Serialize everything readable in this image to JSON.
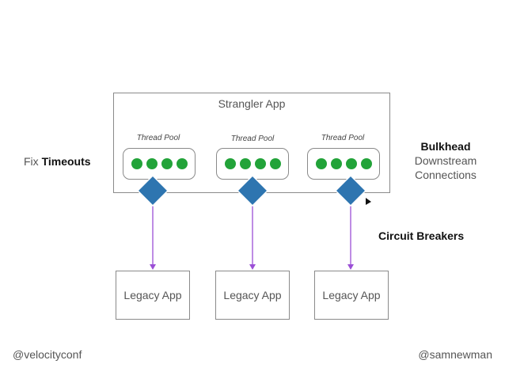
{
  "app": {
    "title": "Strangler App"
  },
  "pools": [
    {
      "label": "Thread Pool",
      "dots": 4
    },
    {
      "label": "Thread Pool",
      "dots": 4
    },
    {
      "label": "Thread Pool",
      "dots": 4
    }
  ],
  "legacy": [
    {
      "label": "Legacy App"
    },
    {
      "label": "Legacy App"
    },
    {
      "label": "Legacy App"
    }
  ],
  "annotations": {
    "fix_prefix": "Fix",
    "fix_bold": "Timeouts",
    "bulkhead_title": "Bulkhead",
    "bulkhead_line1": "Downstream",
    "bulkhead_line2": "Connections",
    "circuit_breakers": "Circuit Breakers"
  },
  "footer": {
    "left": "@velocityconf",
    "right": "@samnewman"
  },
  "colors": {
    "dot": "#22a339",
    "diamond": "#2e75b0",
    "arrow": "#9b4fd6",
    "border": "#8a8a8a"
  }
}
